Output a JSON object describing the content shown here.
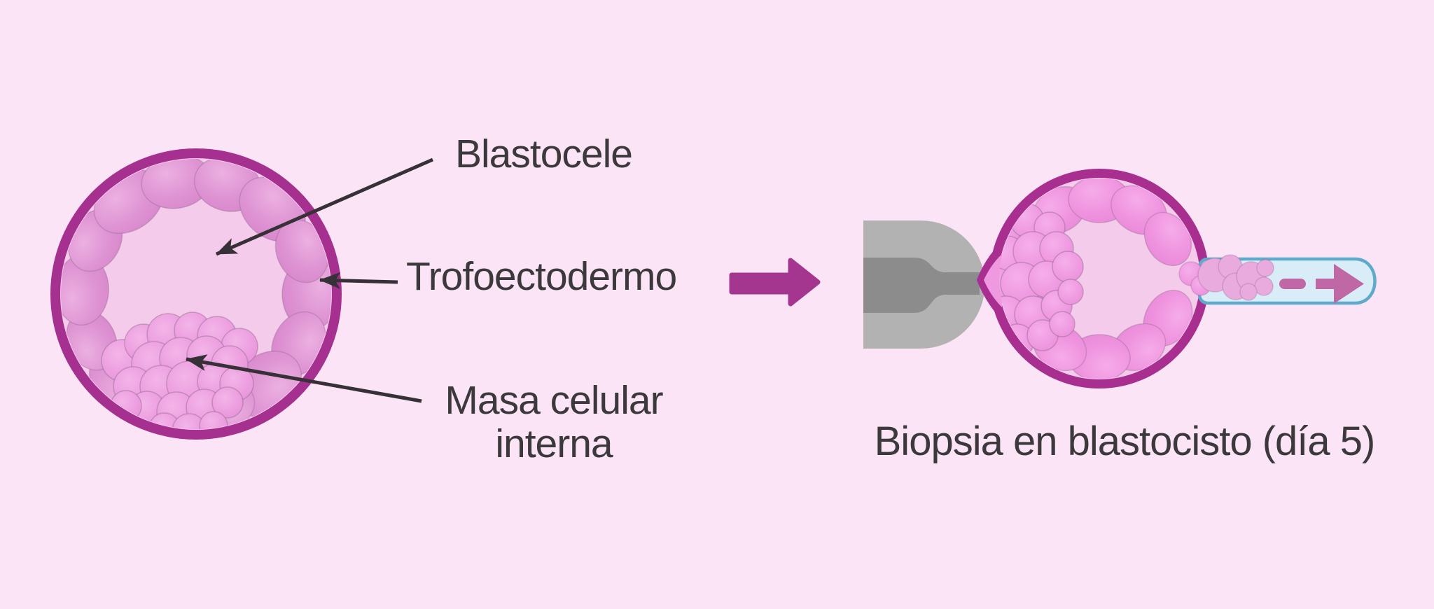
{
  "figure": {
    "left_blastocyst": {
      "labels": {
        "blastocele": "Blastocele",
        "trophectoderm": "Trofoectodermo",
        "inner_cell_mass_line1": "Masa celular",
        "inner_cell_mass_line2": "interna"
      }
    },
    "right_panel": {
      "caption": "Biopsia en blastocisto (día 5)"
    },
    "colors": {
      "background": "#FBE4F5",
      "zona_ring": "#A5308F",
      "zona_ring_right": "#A82F90",
      "blastocele_fill": "#F5CBEB",
      "troph_cell": "#DB8CD0",
      "icm_cell": "#EC9CDF",
      "icm_cell_right": "#EF99E1",
      "label_text": "#3C393C",
      "pointer_line": "#363136",
      "step_arrow": "#A5368F",
      "holding_pipette_light": "#B2B2B2",
      "holding_pipette_dark": "#8C8C8C",
      "biopsy_pipette_fill": "#D9EDF8",
      "biopsy_pipette_border": "#5FA9CB",
      "aspirated_cells": "#E9ABDE",
      "suction_arrow": "#C068A5"
    }
  }
}
